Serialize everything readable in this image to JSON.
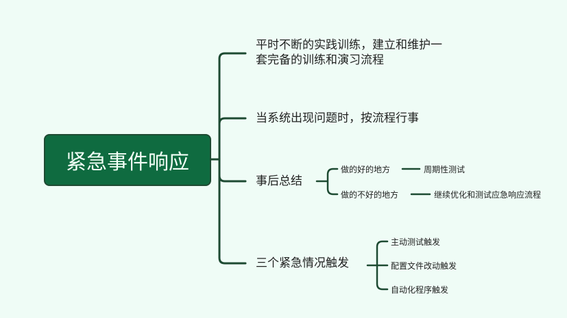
{
  "root": "紧急事件响应",
  "branches": [
    {
      "label_line1": "平时不断的实践训练，建立和维护一",
      "label_line2": "套完备的训练和演习流程"
    },
    {
      "label": "当系统出现问题时，按流程行事"
    },
    {
      "label": "事后总结",
      "children": [
        {
          "label": "做的好的地方",
          "detail": "周期性测试"
        },
        {
          "label": "做的不好的地方",
          "detail": "继续优化和测试应急响应流程"
        }
      ]
    },
    {
      "label": "三个紧急情况触发",
      "children": [
        {
          "label": "主动测试触发"
        },
        {
          "label": "配置文件改动触发"
        },
        {
          "label": "自动化程序触发"
        }
      ]
    }
  ],
  "colors": {
    "background": "#effcf6",
    "root_fill": "#0f6b40",
    "line": "#1d4a32"
  }
}
